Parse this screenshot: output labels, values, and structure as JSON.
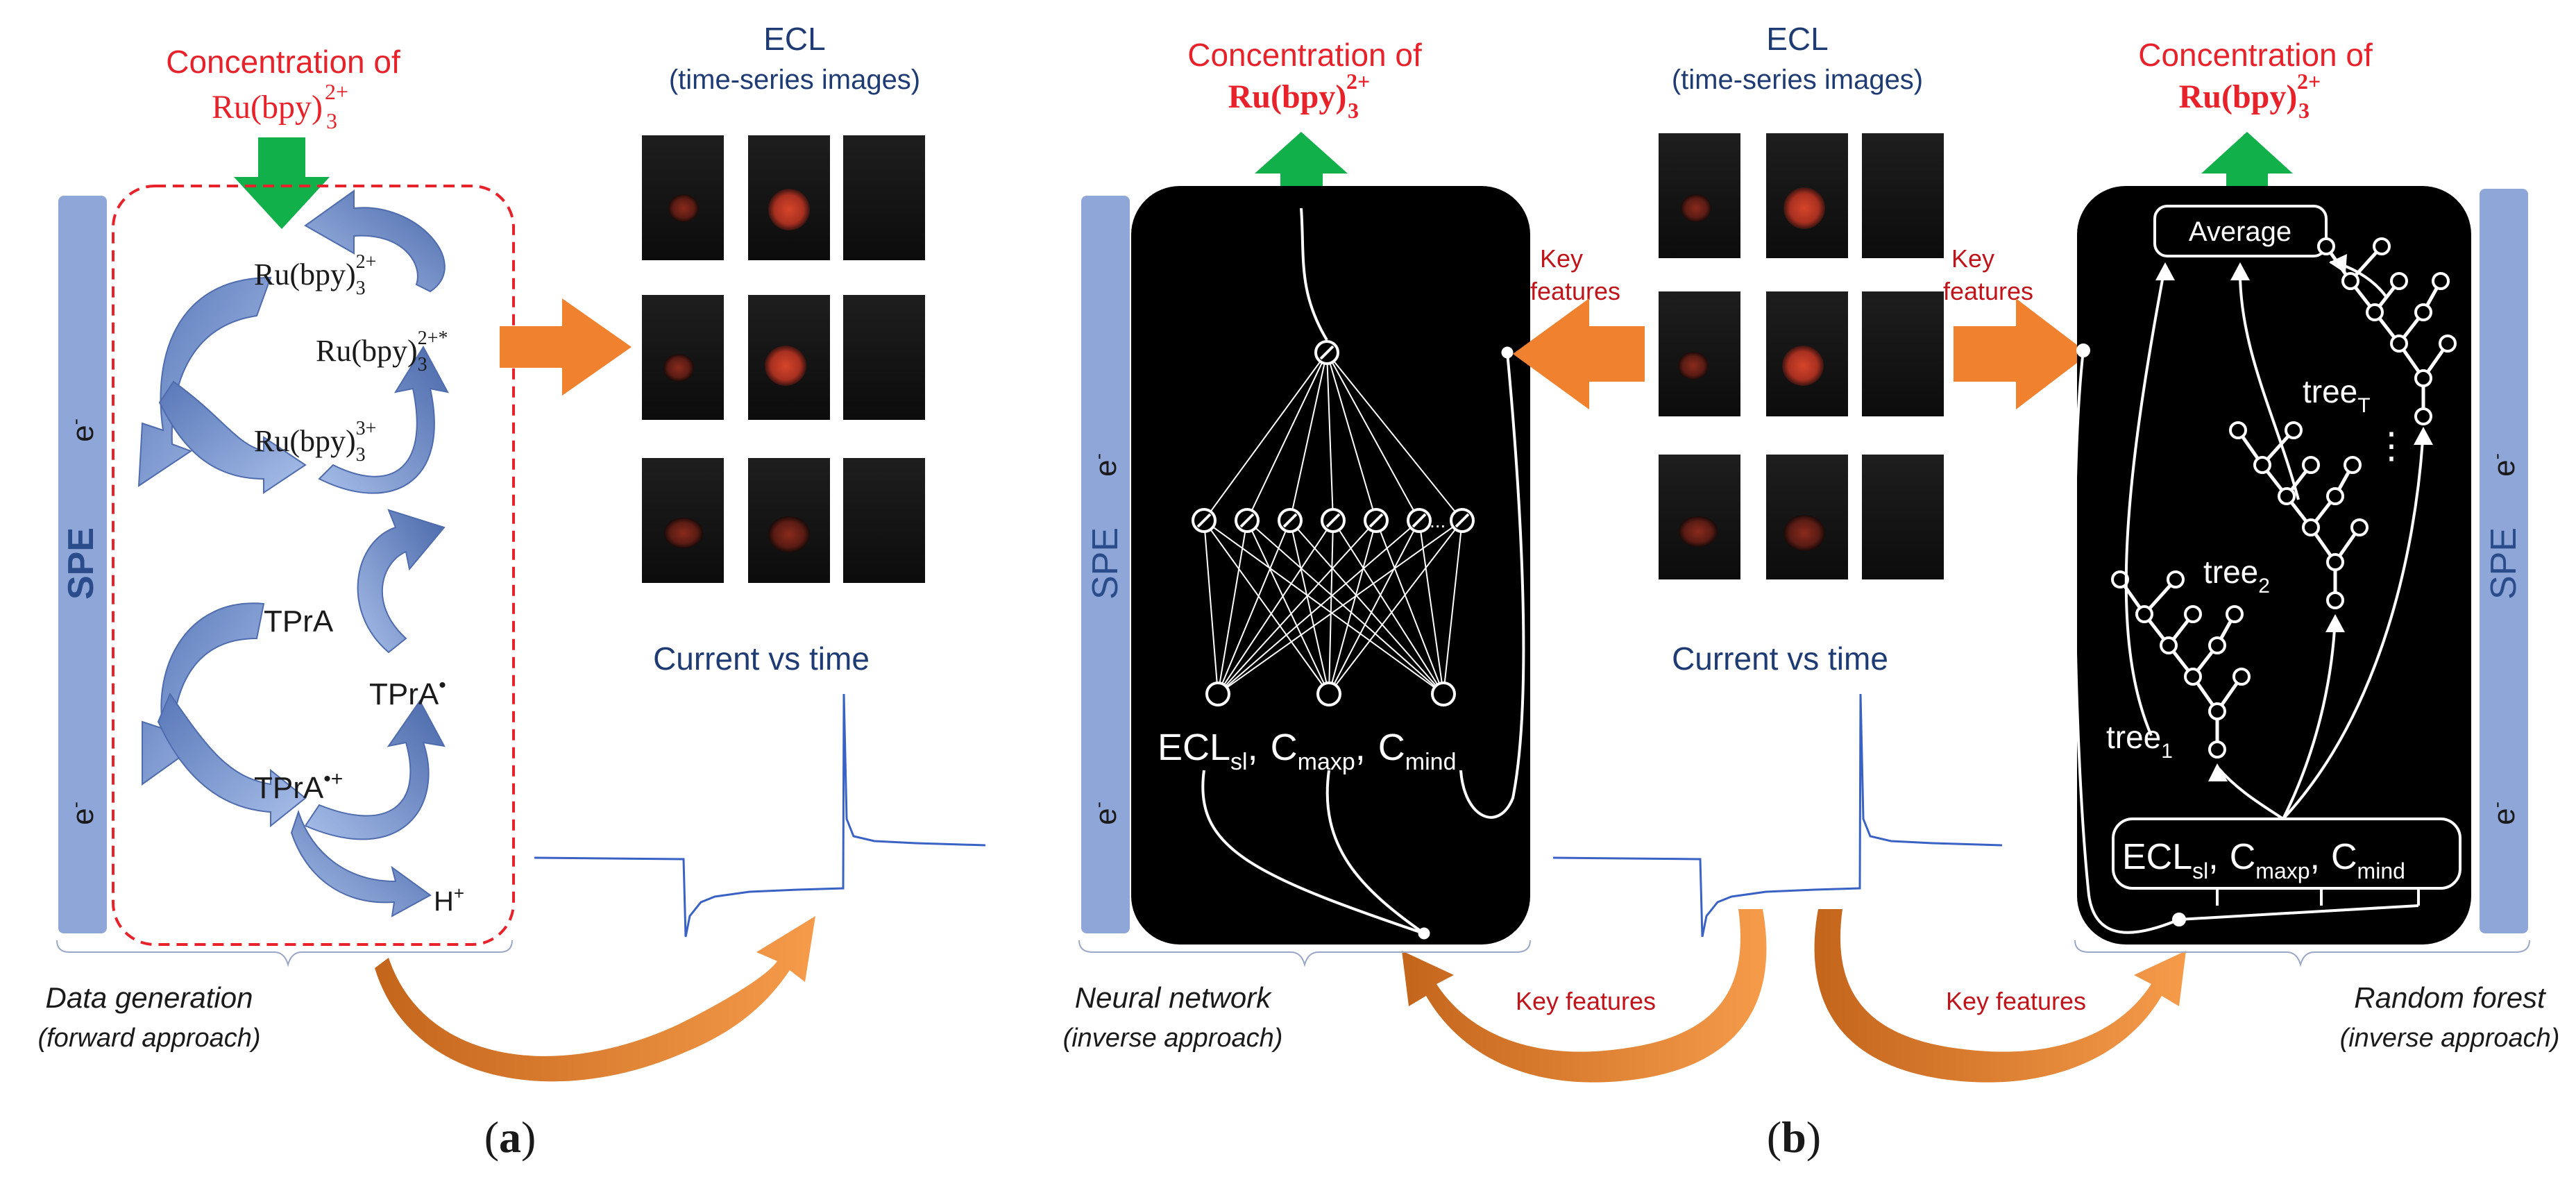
{
  "panel_a": {
    "concentration_line1": "Concentration of",
    "ru_label": "Ru(bpy)",
    "spe": "SPE",
    "electron": "e",
    "electron_sup": "-",
    "reaction": {
      "ru_base": "Ru(bpy)",
      "sub3": "3",
      "sup_2plus": "2+",
      "sup_2plus_star": "2+*",
      "sup_3plus": "3+",
      "tpra": "TPrA",
      "tpra_radical": "TPrA",
      "radical_dot": "•",
      "tpra_cation": "TPrA",
      "cation_sup": "•+",
      "proton": "H",
      "proton_sup": "+"
    },
    "ecl_title": "ECL",
    "ecl_subtitle": "(time-series images)",
    "current_title": "Current vs time",
    "caption_main": "Data generation",
    "caption_sub": "(forward approach)",
    "label": "(a)"
  },
  "panel_b": {
    "concentration_left": "Concentration of",
    "concentration_right": "Concentration of",
    "ru_bold": "Ru(bpy)",
    "ecl_title": "ECL",
    "ecl_subtitle": "(time-series images)",
    "current_title": "Current vs time",
    "key_features_left_1": "Key",
    "key_features_left_2": "features",
    "key_features_right_1": "Key",
    "key_features_right_2": "features",
    "key_features_bottom_left": "Key features",
    "key_features_bottom_right": "Key features",
    "nn_inputs": {
      "ecl": "ECL",
      "ecl_sub": "sl",
      "c": "C",
      "maxp": "maxp",
      "mind": "mind",
      "comma": ","
    },
    "nn_dots": "...",
    "rf": {
      "average": "Average",
      "tree": "tree",
      "tree1_sub": "1",
      "tree2_sub": "2",
      "treeT_sub": "T",
      "vdots": "⋮"
    },
    "spe_left": "SPE",
    "spe_right": "SPE",
    "electron": "e",
    "electron_sup": "-",
    "caption_nn_main": "Neural network",
    "caption_nn_sub": "(inverse approach)",
    "caption_rf_main": "Random forest",
    "caption_rf_sub": "(inverse approach)",
    "label": "(b)"
  },
  "colors": {
    "red_text": "#e8222a",
    "navy_text": "#1f3b73",
    "spe_bar": "#8fa6d8",
    "green_arrow": "#12b04a",
    "orange_arrow": "#f0812e",
    "dashed_box": "#e8222a",
    "current_trace": "#3a62c4",
    "ecl_spot": "#c33a22"
  }
}
